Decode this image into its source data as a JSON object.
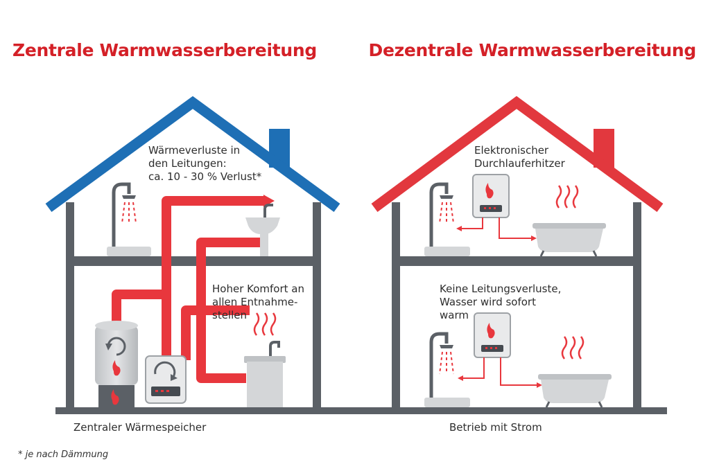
{
  "titles": {
    "central": "Zentrale Warmwasserbereitung",
    "decentral": "Dezentrale Warmwasserbereitung"
  },
  "notes": {
    "heat_loss": "Wärmeverluste in\nden Leitungen:\nca. 10 - 30 % Verlust*",
    "comfort": "Hoher Komfort an\nallen Entnahme-\nstellen",
    "instant_heater": "Elektronischer\nDurchlauferhitzer",
    "no_loss": "Keine Leitungsverluste,\nWasser wird sofort\nwarm"
  },
  "captions": {
    "central": "Zentraler Wärmespeicher",
    "decentral": "Betrieb mit Strom"
  },
  "footnote": "* je nach Dämmung",
  "colors": {
    "title_red": "#d42027",
    "roof_blue": "#1e6fb5",
    "roof_red": "#e2383e",
    "pipe_red": "#e8373d",
    "wall_gray": "#5b6066",
    "fixture_gray": "#d4d6d8"
  },
  "icons": [
    "shower-icon",
    "sink-icon",
    "bathtub-icon",
    "heat-waves-icon",
    "flame-icon",
    "storage-tank-icon",
    "boiler-icon",
    "instant-water-heater-icon"
  ]
}
